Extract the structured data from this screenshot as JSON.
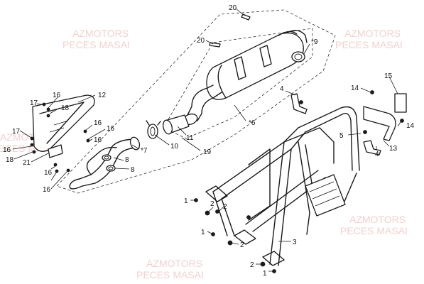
{
  "watermark": {
    "line1": "AZMOTORS",
    "line2": "PECES MASAI"
  },
  "callouts": {
    "c1a": "1",
    "c1b": "1",
    "c1c": "1",
    "c2a": "2",
    "c2b": "2",
    "c2c": "2",
    "c2d": "2",
    "c3": "3",
    "c4a": "4",
    "c4b": "4",
    "c5": "5",
    "c6": "*6",
    "c7": "*7",
    "c8a": "8",
    "c8b": "8",
    "c9": "*9",
    "c10": "10",
    "c11": "11",
    "c12": "12",
    "c13": "13",
    "c14a": "14",
    "c14b": "14",
    "c15": "15",
    "c16a": "16",
    "c16b": "16",
    "c16c": "16",
    "c16d": "16",
    "c16e": "16",
    "c16f": "16",
    "c16g": "16",
    "c17a": "17",
    "c17b": "17",
    "c18a": "18",
    "c18b": "18",
    "c19": "19",
    "c20a": "20",
    "c20b": "20",
    "c21": "21"
  }
}
